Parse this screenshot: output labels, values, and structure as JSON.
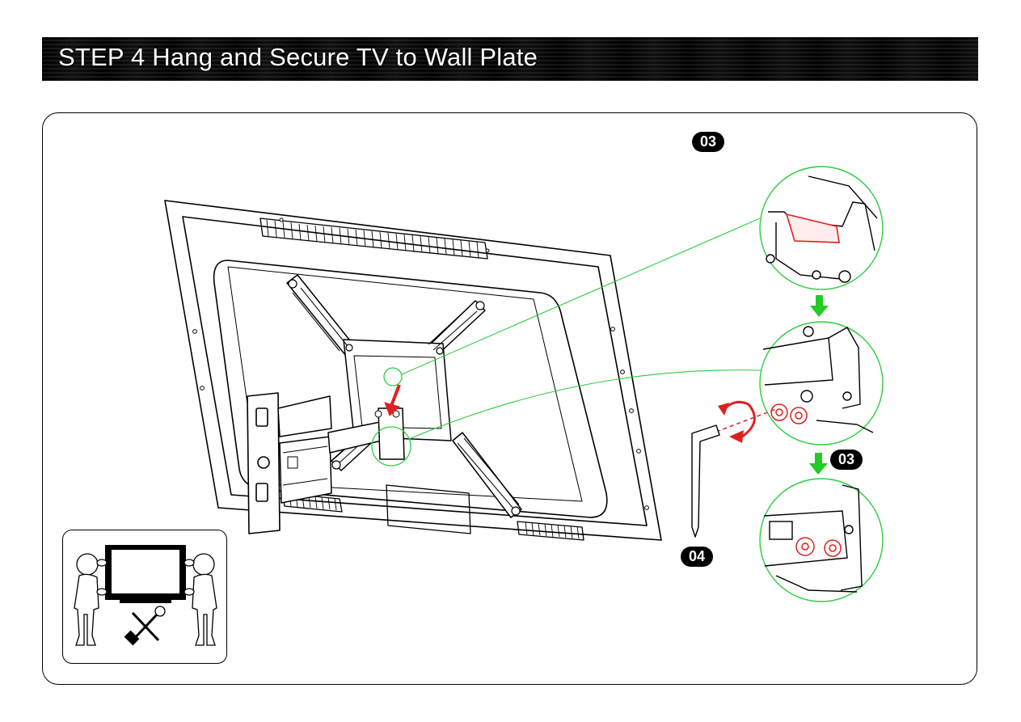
{
  "header": {
    "title": "STEP 4 Hang and Secure TV to Wall Plate"
  },
  "badges": {
    "top_part": "03",
    "middle_part": "03",
    "tool_part": "04"
  },
  "colors": {
    "callout_green": "#2ecc40",
    "arrow_green": "#22cc22",
    "highlight_red": "#e02020",
    "ink": "#000000"
  }
}
